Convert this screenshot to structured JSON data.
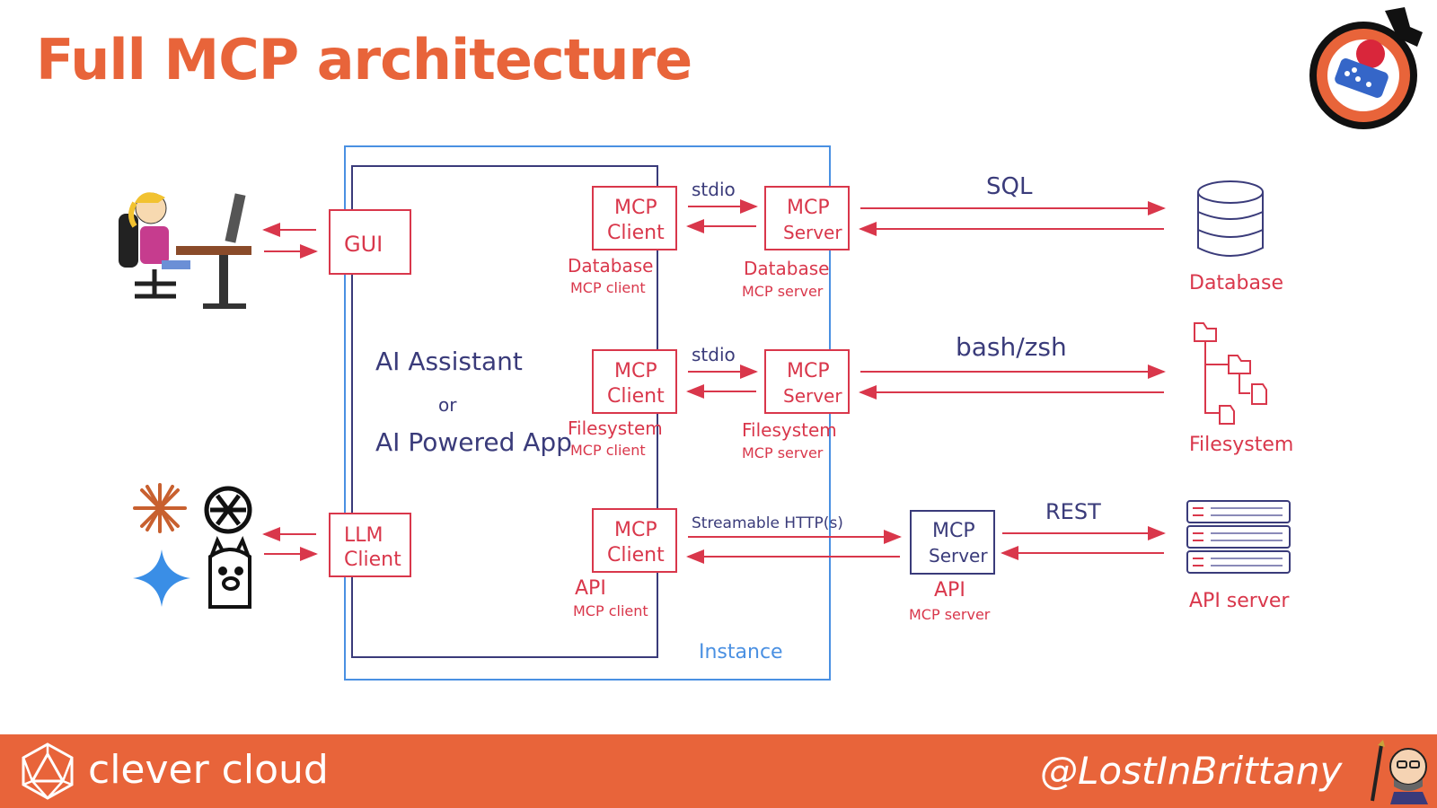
{
  "slide": {
    "title": "Full MCP architecture"
  },
  "colors": {
    "accent": "#e8643a",
    "red_ink": "#d9374b",
    "navy_ink": "#3a3b7a",
    "blue_ink": "#4a90e2"
  },
  "diagram": {
    "host": {
      "line1": "AI Assistant",
      "line2": "or",
      "line3": "AI Powered App",
      "instance_label": "Instance"
    },
    "gui": {
      "label": "GUI"
    },
    "llm_client": {
      "line1": "LLM",
      "line2": "Client"
    },
    "rows": [
      {
        "client_l1": "MCP",
        "client_l2": "Client",
        "client_cap1": "Database",
        "client_cap2": "MCP client",
        "transport": "stdio",
        "server_l1": "MCP",
        "server_l2": "Server",
        "server_cap1": "Database",
        "server_cap2": "MCP server",
        "protocol": "SQL",
        "resource": "Database",
        "resource_icon": "database-icon"
      },
      {
        "client_l1": "MCP",
        "client_l2": "Client",
        "client_cap1": "Filesystem",
        "client_cap2": "MCP client",
        "transport": "stdio",
        "server_l1": "MCP",
        "server_l2": "Server",
        "server_cap1": "Filesystem",
        "server_cap2": "MCP server",
        "protocol": "bash/zsh",
        "resource": "Filesystem",
        "resource_icon": "folder-tree-icon"
      },
      {
        "client_l1": "MCP",
        "client_l2": "Client",
        "client_cap1": "API",
        "client_cap2": "MCP client",
        "transport": "Streamable HTTP(s)",
        "server_l1": "MCP",
        "server_l2": "Server",
        "server_cap1": "API",
        "server_cap2": "MCP server",
        "protocol": "REST",
        "resource": "API server",
        "resource_icon": "server-rack-icon"
      }
    ],
    "llm_logos": [
      "claude-icon",
      "openai-icon",
      "gemini-icon",
      "ollama-icon"
    ],
    "user_icon": "person-at-computer-icon"
  },
  "footer": {
    "brand": "clever cloud",
    "handle": "@LostInBrittany",
    "logo_icon": "clever-cloud-logo-icon",
    "avatar_icon": "author-avatar-icon"
  },
  "badge": {
    "icon": "jug-summer-camp-badge-icon"
  }
}
